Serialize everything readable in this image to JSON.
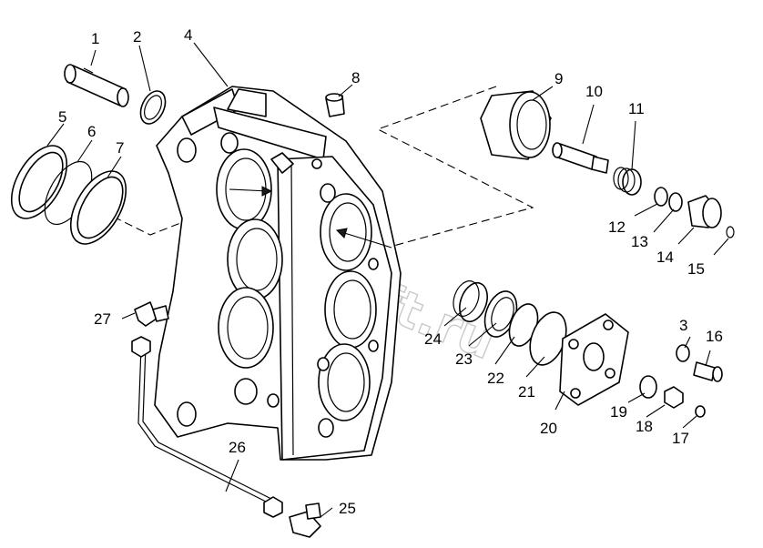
{
  "callouts": {
    "p1": "1",
    "p2": "2",
    "p3": "3",
    "p4": "4",
    "p5": "5",
    "p6": "6",
    "p7": "7",
    "p8": "8",
    "p9": "9",
    "p10": "10",
    "p11": "11",
    "p12": "12",
    "p13": "13",
    "p14": "14",
    "p15": "15",
    "p16": "16",
    "p17": "17",
    "p18": "18",
    "p19": "19",
    "p20": "20",
    "p21": "21",
    "p22": "22",
    "p23": "23",
    "p24": "24",
    "p25": "25",
    "p26": "26",
    "p27": "27"
  },
  "watermark": "Autosoft.ru"
}
